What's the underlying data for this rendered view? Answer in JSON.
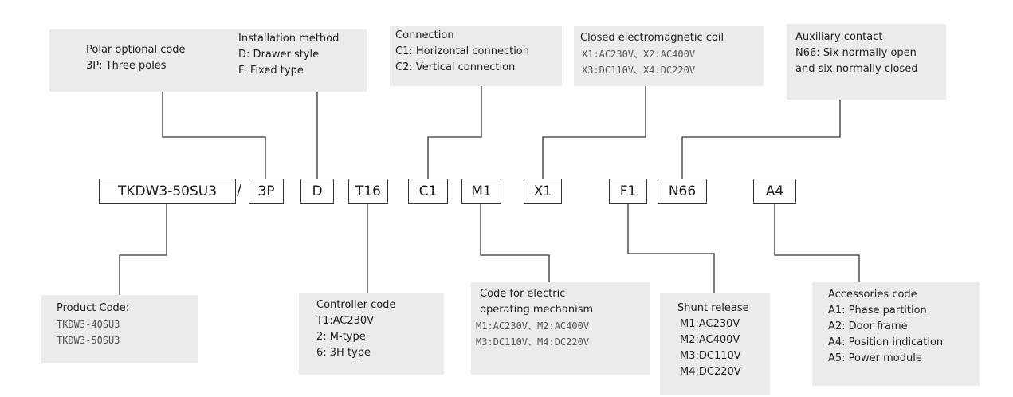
{
  "model": "TKDW3-50SU3",
  "separator": "/",
  "codes": [
    "3P",
    "D",
    "T16",
    "C1",
    "M1",
    "X1",
    "F1",
    "N66",
    "A4"
  ],
  "notes": {
    "polar": {
      "lines": [
        "Polar optional code",
        "3P: Three poles"
      ]
    },
    "installation": {
      "lines": [
        "Installation method",
        "D: Drawer style",
        "F: Fixed type"
      ]
    },
    "connection": {
      "lines": [
        "Connection",
        "C1: Horizontal connection",
        "C2: Vertical connection"
      ]
    },
    "coil": {
      "title": "Closed electromagnetic coil",
      "lines": [
        "X1:AC230V、X2:AC400V",
        "X3:DC110V、X4:DC220V"
      ]
    },
    "auxiliary": {
      "lines": [
        "Auxiliary contact",
        "N66: Six normally open",
        "and six normally closed"
      ]
    },
    "product": {
      "title": "Product Code:",
      "lines": [
        "TKDW3-40SU3",
        "TKDW3-50SU3"
      ]
    },
    "controller": {
      "lines": [
        "Controller code",
        "T1:AC230V",
        "2: M-type",
        "6: 3H type"
      ]
    },
    "operating": {
      "title_lines": [
        "Code for electric",
        "operating mechanism"
      ],
      "lines": [
        "M1:AC230V、M2:AC400V",
        "M3:DC110V、M4:DC220V"
      ]
    },
    "shunt": {
      "lines": [
        "Shunt release",
        "M1:AC230V",
        "M2:AC400V",
        "M3:DC110V",
        "M4:DC220V"
      ]
    },
    "accessories": {
      "lines": [
        "Accessories code",
        "A1: Phase partition",
        "A2: Door frame",
        "A4: Position indication",
        "A5: Power module"
      ]
    }
  }
}
